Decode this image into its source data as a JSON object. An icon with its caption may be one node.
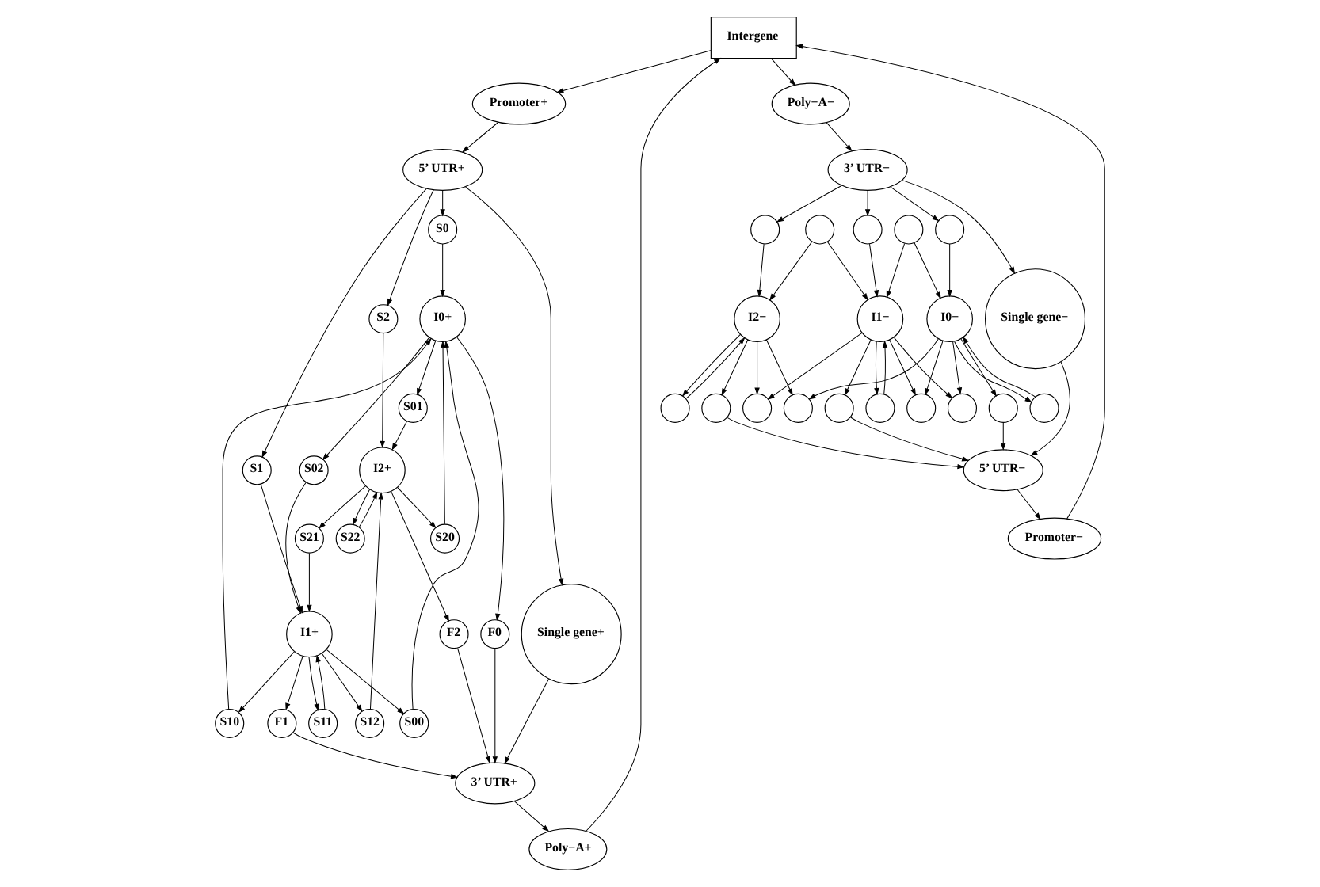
{
  "diagram": {
    "nodes": [
      {
        "text": [
          "Intergene"
        ]
      },
      {
        "text": [
          "Promoter+"
        ]
      },
      {
        "text": [
          "Promoter−"
        ]
      },
      {
        "text": [
          "5’ UTR+"
        ]
      },
      {
        "text": [
          "5’ UTR−"
        ]
      },
      {
        "text": [
          "S0"
        ]
      },
      {
        "text": [
          "S1"
        ]
      },
      {
        "text": [
          "S2"
        ]
      },
      {
        "text": [
          "S00"
        ]
      },
      {
        "text": [
          "S01"
        ]
      },
      {
        "text": [
          "S02"
        ]
      },
      {
        "text": [
          "I0+"
        ]
      },
      {
        "text": [
          "Single gene+"
        ]
      },
      {
        "text": [
          "S10"
        ]
      },
      {
        "text": [
          "I1+"
        ]
      },
      {
        "text": [
          "S11"
        ]
      },
      {
        "text": [
          "S12"
        ]
      },
      {
        "text": [
          "F0"
        ]
      },
      {
        "text": [
          "I2+"
        ]
      },
      {
        "text": [
          "F1"
        ]
      },
      {
        "text": [
          "F2"
        ]
      },
      {
        "text": [
          "S22"
        ]
      },
      {
        "text": [
          "S21"
        ]
      },
      {
        "text": [
          "S20"
        ]
      },
      {
        "text": [
          "3’ UTR+"
        ]
      },
      {
        "text": [
          "Poly−A+"
        ]
      },
      {
        "text": [],
        "shape": "circle"
      },
      {
        "text": [],
        "shape": "circle"
      },
      {
        "text": [],
        "shape": "circle"
      },
      {
        "text": [],
        "shape": "circle"
      },
      {
        "text": [],
        "shape": "circle"
      },
      {
        "text": [],
        "shape": "circle"
      },
      {
        "text": [],
        "shape": "circle"
      },
      {
        "text": [],
        "shape": "circle"
      },
      {
        "text": [],
        "shape": "circle"
      },
      {
        "text": [],
        "shape": "circle"
      },
      {
        "text": [],
        "shape": "circle"
      },
      {
        "text": [],
        "shape": "circle"
      },
      {
        "text": [],
        "shape": "circle"
      },
      {
        "text": [],
        "shape": "circle"
      },
      {
        "text": [],
        "shape": "circle"
      },
      {
        "text": [
          "I0−"
        ]
      },
      {
        "text": [
          "I1−"
        ]
      },
      {
        "text": [
          "I2−"
        ]
      },
      {
        "text": [
          "Single gene−"
        ]
      },
      {
        "text": [
          "3’ UTR−"
        ]
      },
      {
        "text": [
          "Poly−A−"
        ]
      }
    ],
    "edges": [
      {
        "from": 0,
        "to": 1,
        "arrow": "to"
      },
      {
        "from": 2,
        "to": 0,
        "arrow": "to"
      },
      {
        "from": 1,
        "to": 3,
        "arrow": "to"
      },
      {
        "from": 4,
        "to": 2,
        "arrow": "to"
      },
      {
        "from": 3,
        "to": 5,
        "arrow": "to"
      },
      {
        "from": 3,
        "to": 6,
        "arrow": "to"
      },
      {
        "from": 3,
        "to": 7,
        "arrow": "to"
      },
      {
        "from": 3,
        "to": 12,
        "arrow": "to"
      },
      {
        "from": 5,
        "to": 11,
        "arrow": "to"
      },
      {
        "from": 6,
        "to": 14,
        "arrow": "to"
      },
      {
        "from": 7,
        "to": 18,
        "arrow": "to"
      },
      {
        "from": 8,
        "to": 11,
        "arrow": "to"
      },
      {
        "from": 11,
        "to": 9,
        "arrow": "to"
      },
      {
        "from": 11,
        "to": 10,
        "arrow": "to"
      },
      {
        "from": 14,
        "to": 8,
        "arrow": "to"
      },
      {
        "from": 13,
        "to": 11,
        "arrow": "to"
      },
      {
        "from": 14,
        "to": 13,
        "arrow": "to"
      },
      {
        "from": 14,
        "to": 15,
        "arrow": "to"
      },
      {
        "from": 15,
        "to": 14,
        "arrow": "to"
      },
      {
        "from": 14,
        "to": 16,
        "arrow": "to"
      },
      {
        "from": 16,
        "to": 18,
        "arrow": "to"
      },
      {
        "from": 9,
        "to": 18,
        "arrow": "to"
      },
      {
        "from": 10,
        "to": 14,
        "arrow": "to"
      },
      {
        "from": 18,
        "to": 21,
        "arrow": "to"
      },
      {
        "from": 18,
        "to": 22,
        "arrow": "to"
      },
      {
        "from": 18,
        "to": 23,
        "arrow": "to"
      },
      {
        "from": 22,
        "to": 14,
        "arrow": "to"
      },
      {
        "from": 23,
        "to": 11,
        "arrow": "to"
      },
      {
        "from": 21,
        "to": 18,
        "arrow": "to"
      },
      {
        "from": 11,
        "to": 17,
        "arrow": "to"
      },
      {
        "from": 14,
        "to": 19,
        "arrow": "to"
      },
      {
        "from": 18,
        "to": 20,
        "arrow": "to"
      },
      {
        "from": 17,
        "to": 24,
        "arrow": "to"
      },
      {
        "from": 19,
        "to": 24,
        "arrow": "to"
      },
      {
        "from": 20,
        "to": 24,
        "arrow": "to"
      },
      {
        "from": 12,
        "to": 24,
        "arrow": "to"
      },
      {
        "from": 24,
        "to": 25,
        "arrow": "to"
      },
      {
        "from": 25,
        "to": 0,
        "arrow": "to"
      },
      {
        "from": 0,
        "to": 46,
        "arrow": "to"
      },
      {
        "from": 46,
        "to": 45,
        "arrow": "to"
      },
      {
        "from": 45,
        "to": 44,
        "arrow": "to"
      },
      {
        "from": 44,
        "to": 4,
        "arrow": "to"
      },
      {
        "from": 45,
        "to": 32,
        "arrow": "to"
      },
      {
        "from": 45,
        "to": 33,
        "arrow": "to"
      },
      {
        "from": 45,
        "to": 34,
        "arrow": "to"
      },
      {
        "from": 32,
        "to": 41,
        "arrow": "to"
      },
      {
        "from": 33,
        "to": 42,
        "arrow": "to"
      },
      {
        "from": 34,
        "to": 43,
        "arrow": "to"
      },
      {
        "from": 41,
        "to": 29,
        "arrow": "to"
      },
      {
        "from": 42,
        "to": 30,
        "arrow": "to"
      },
      {
        "from": 43,
        "to": 31,
        "arrow": "to"
      },
      {
        "from": 29,
        "to": 4,
        "arrow": "to"
      },
      {
        "from": 30,
        "to": 4,
        "arrow": "to"
      },
      {
        "from": 31,
        "to": 4,
        "arrow": "to"
      },
      {
        "from": 28,
        "to": 41,
        "arrow": "to"
      },
      {
        "from": 41,
        "to": 28,
        "arrow": "to"
      },
      {
        "from": 41,
        "to": 27,
        "arrow": "to"
      },
      {
        "from": 41,
        "to": 26,
        "arrow": "to"
      },
      {
        "from": 42,
        "to": 26,
        "arrow": "to"
      },
      {
        "from": 42,
        "to": 27,
        "arrow": "to"
      },
      {
        "from": 35,
        "to": 41,
        "arrow": "to"
      },
      {
        "from": 35,
        "to": 42,
        "arrow": "to"
      },
      {
        "from": 42,
        "to": 36,
        "arrow": "to"
      },
      {
        "from": 36,
        "to": 42,
        "arrow": "to"
      },
      {
        "from": 37,
        "to": 42,
        "arrow": "to"
      },
      {
        "from": 37,
        "to": 43,
        "arrow": "to"
      },
      {
        "from": 43,
        "to": 38,
        "arrow": "to"
      },
      {
        "from": 43,
        "to": 39,
        "arrow": "to"
      },
      {
        "from": 40,
        "to": 43,
        "arrow": "to"
      },
      {
        "from": 43,
        "to": 40,
        "arrow": "to"
      },
      {
        "from": 41,
        "to": 38,
        "arrow": "to"
      },
      {
        "from": 42,
        "to": 39,
        "arrow": "to"
      }
    ]
  }
}
